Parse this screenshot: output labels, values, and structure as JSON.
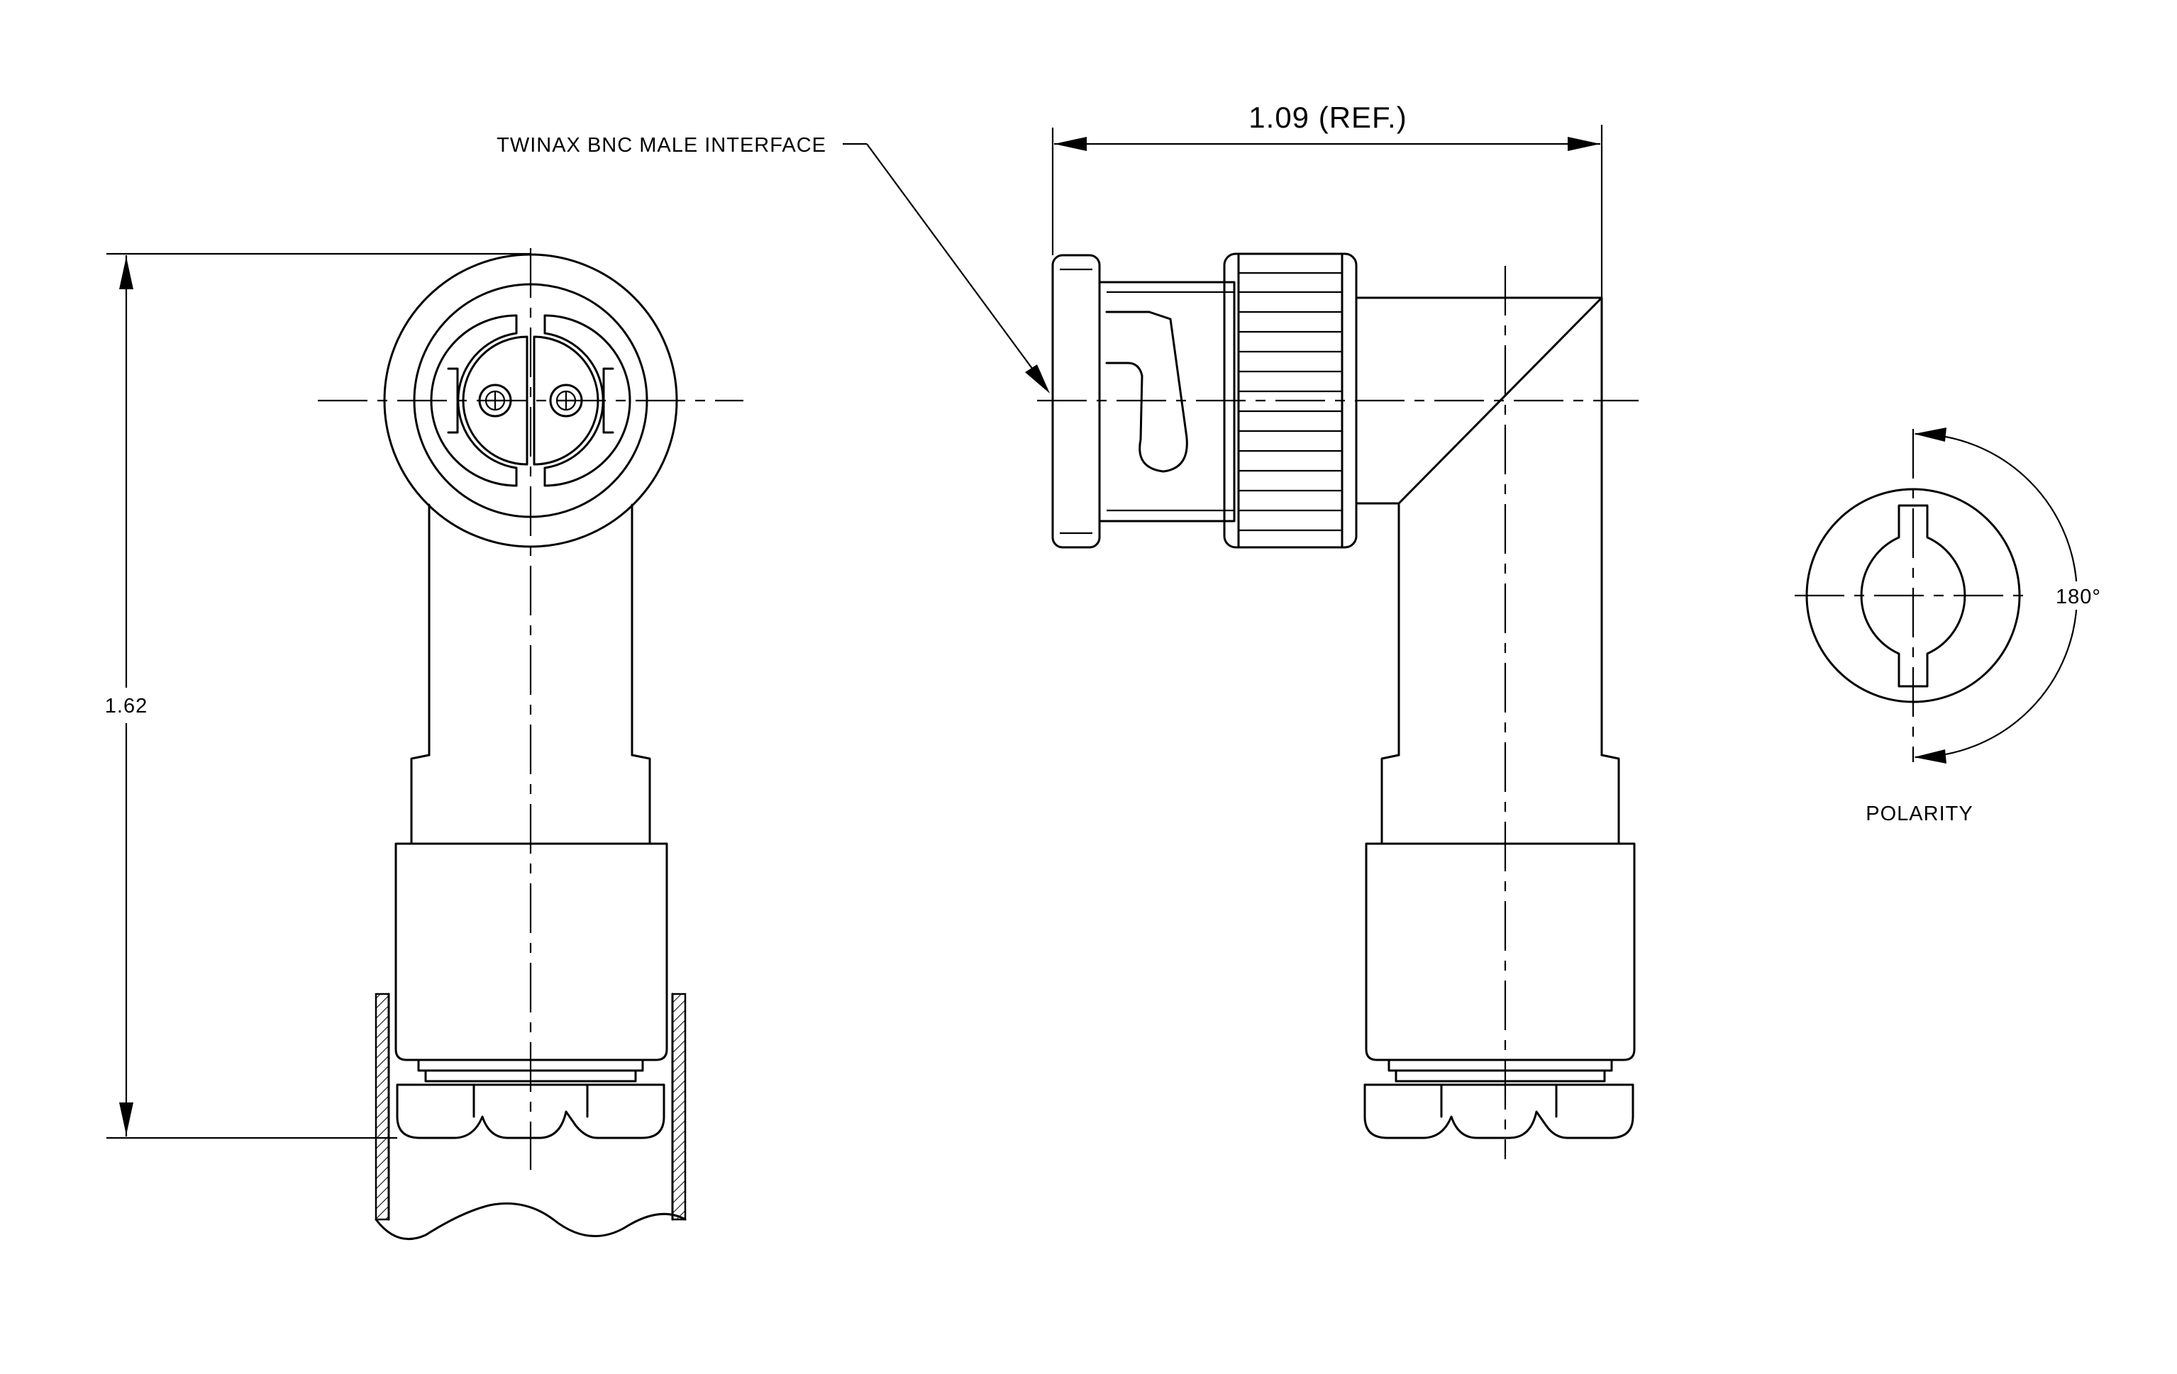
{
  "labels": {
    "interface_callout": "TWINAX BNC MALE INTERFACE",
    "overall_height": "1.62",
    "reference_width": "1.09 (REF.)",
    "polarity_angle": "180°",
    "polarity_title": "POLARITY"
  }
}
